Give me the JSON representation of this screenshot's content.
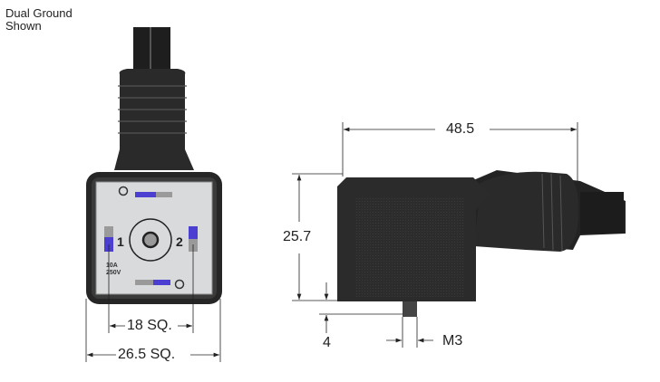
{
  "note": {
    "line1": "Dual Ground",
    "line2": "Shown"
  },
  "front_view": {
    "terminal_1": "1",
    "terminal_2": "2",
    "rating_current": "10A",
    "rating_voltage": "250V",
    "dim_inner": "18 SQ.",
    "dim_outer": "26.5 SQ."
  },
  "side_view": {
    "dim_length": "48.5",
    "dim_height": "25.7",
    "dim_offset": "4",
    "dim_thread": "M3"
  },
  "colors": {
    "body": "#2b2b2b",
    "face": "#d9dadc",
    "contact_blue": "#4a3fd0",
    "contact_gray": "#9a9a9a"
  }
}
